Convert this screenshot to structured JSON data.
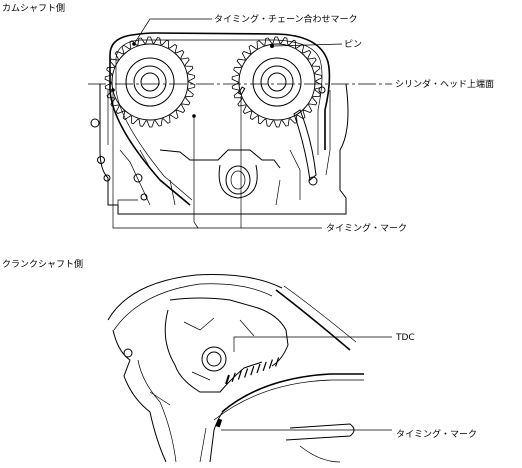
{
  "sections": {
    "camshaft_title": "カムシャフト側",
    "crankshaft_title": "クランクシャフト側"
  },
  "labels": {
    "chain_alignment_mark": "タイミング・チェーン合わせマーク",
    "pin": "ピン",
    "cylinder_head_top_surface": "シリンダ・ヘッド上端面",
    "timing_mark_cam": "タイミング・マーク",
    "tdc": "TDC",
    "timing_mark_crank": "タイミング・マーク"
  }
}
